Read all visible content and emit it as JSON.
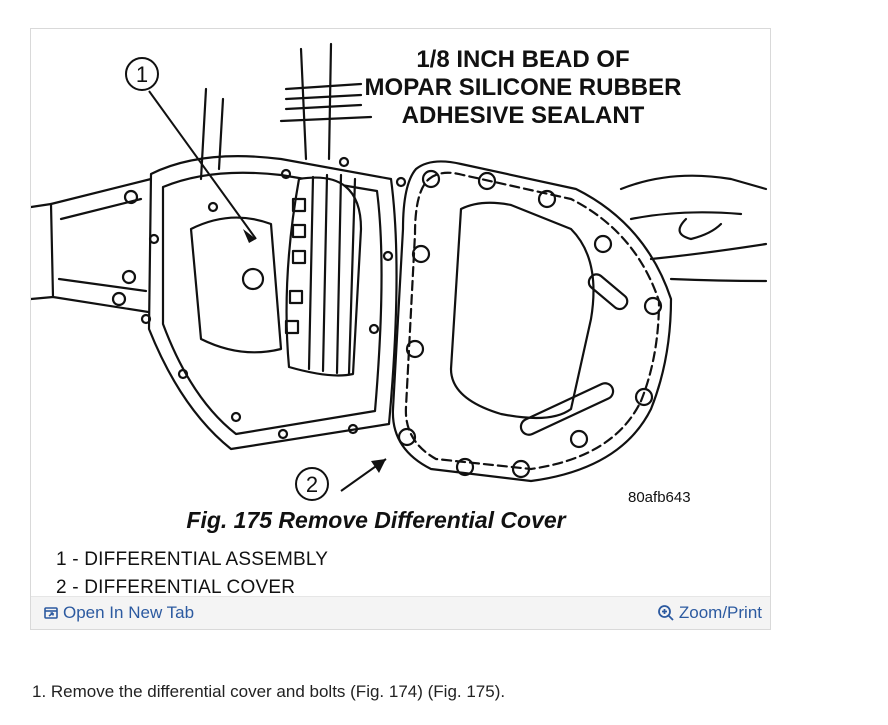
{
  "figure": {
    "callout_text": [
      "1/8 INCH BEAD OF",
      "MOPAR SILICONE RUBBER",
      "ADHESIVE SEALANT"
    ],
    "callout_numbers": [
      "1",
      "2"
    ],
    "image_code": "80afb643",
    "caption": "Fig. 175 Remove Differential Cover",
    "legend": [
      "1 - DIFFERENTIAL ASSEMBLY",
      "2 - DIFFERENTIAL COVER"
    ]
  },
  "actions": {
    "open_label": "Open In New Tab",
    "zoom_label": "Zoom/Print",
    "link_color": "#2c5aa0"
  },
  "steps": [
    "1. Remove the differential cover and bolts (Fig. 174) (Fig. 175)."
  ]
}
